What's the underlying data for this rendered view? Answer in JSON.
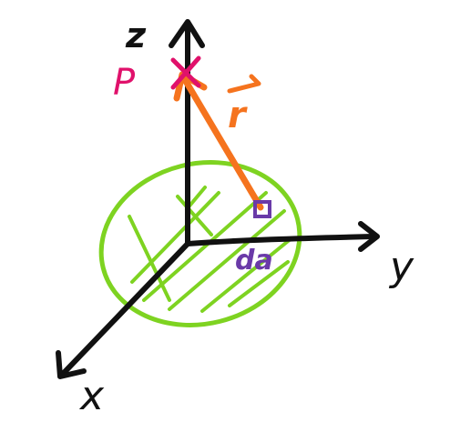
{
  "labels": {
    "z_axis": "z",
    "y_axis": "y",
    "x_axis": "x",
    "point": "P",
    "vector": "r",
    "element": "da"
  },
  "colors": {
    "axes": "#111111",
    "disk": "#7ed321",
    "point": "#e0116b",
    "vector": "#f5731e",
    "element": "#6a3aa8"
  }
}
